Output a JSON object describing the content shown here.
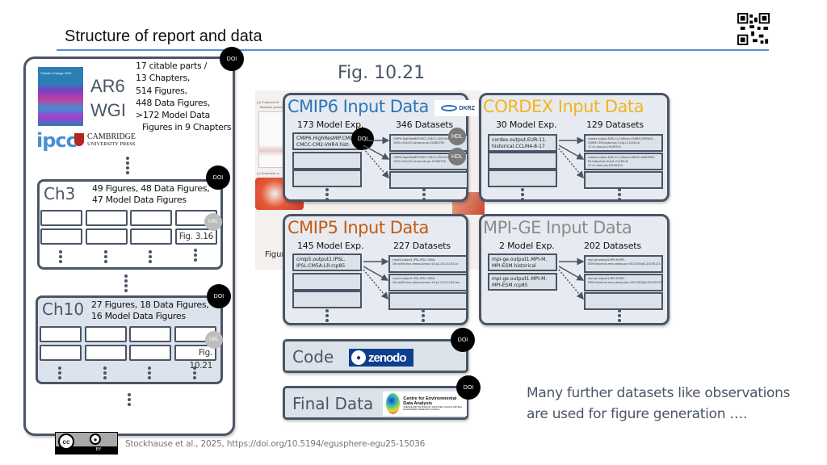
{
  "header": {
    "title": "Structure of report and data",
    "qr_icon": "qr-code-icon"
  },
  "report": {
    "name_line1": "AR6",
    "name_line2": "WGI",
    "cover_title": "Climate Change 2021",
    "stats": [
      "17 citable parts /",
      "13 Chapters,",
      "514 Figures,",
      "448 Data Figures,",
      ">172 Model Data",
      "  Figures in 9 Chapters"
    ],
    "publisher_logos": {
      "ipcc": "ipcc",
      "cambridge": "CAMBRIDGE",
      "cambridge_sub": "UNIVERSITY PRESS"
    },
    "doi_label": "DOI"
  },
  "chapters": [
    {
      "label": "Ch3",
      "stats": [
        "49 Figures,  48 Data Figures,",
        "47 Model Data Figures"
      ],
      "figure_label": "Fig. 3.16",
      "doi_label": "DOI",
      "url_label": "URL"
    },
    {
      "label": "Ch10",
      "stats": [
        "27 Figures, 18 Data Figures,",
        "16 Model Data Figures"
      ],
      "figure_label": "Fig. 10.21",
      "doi_label": "DOI",
      "url_label": "URL"
    }
  ],
  "figure": {
    "title": "Fig. 10.21",
    "caption_fragment": "Figur",
    "bg_labels": [
      "(a) Projected M",
      "Baseline period",
      "(c) Ensemble m"
    ]
  },
  "input_data": [
    {
      "title": "CMIP6 Input Data",
      "color": "#2e75b6",
      "model_exp": "173 Model Exp.",
      "datasets": "346 Datasets",
      "experiments": [
        "CMIP6.HighResMIP.CMCC.\nCMCC-CM2-VHR4.hist-1950"
      ],
      "dataset_items": [
        "CMIP6.HighResMIP.CMCC.CMCC-CM2-VHR4.hist-1950.r1i1p1f1.Amon.pr.gn.20180705",
        "CMIP6.HighResMIP.CMCC.CMCC-CM2-VHR4.hist-1950.r1i1p1f1.Amon.tas.gn.20180705"
      ],
      "logo": "DKRZ",
      "doi_label": "DOI",
      "hdl_label": "HDL"
    },
    {
      "title": "CORDEX Input Data",
      "color": "#f2b51c",
      "model_exp": "30 Model Exp.",
      "datasets": "129 Datasets",
      "experiments": [
        "cordex.output.EUR-11.\nhistorical.CCLM4-8-17"
      ],
      "dataset_items": [
        "cordex.output.EUR-11.CLMcom.CNRM-CERFACS-CNRM-CM5.historical.r1i1p1.CCLM4-8-17.v1.mon.pr.20140515",
        "cordex.output.EUR-11.CLMcom.MOHC-HadGEM2-ES.historical.r1i1p1.CCLM4-8-17.v1.mon.tas.20150320"
      ]
    },
    {
      "title": "CMIP5 Input Data",
      "color": "#c55a11",
      "model_exp": "145 Model Exp.",
      "datasets": "227 Datasets",
      "experiments": [
        "cmip5.output1.IPSL.\nIPSL-CM5A-LR.rcp85"
      ],
      "dataset_items": [
        "cmip5.output1.IPSL.IPSL-CM5A-LR.rcp85.mon.atmos.Amon.r1i1p1.20111103.pr",
        "cmip5.output1.IPSL.IPSL-CM5A-LR.rcp85.mon.atmos.Amon.r1i1p1.20111103.tas"
      ]
    },
    {
      "title": "MPI-GE Input Data",
      "color": "#8c8c8c",
      "model_exp": "2 Model Exp.",
      "datasets": "202 Datasets",
      "experiments": [
        "mpi-ge.output1.MPI-M.\nMPI-ESM.historical",
        "mpi-ge.output1.MPI-M.\nMPI-ESM.rcp85"
      ],
      "dataset_items": [
        "mpi-ge.output1.MPI-M.MPI-ESM.historical.mon.atmos.pr.r001i1850p3.20190123",
        "mpi-ge.output1.MPI-M.MPI-ESM.historical.mon.atmos.tas.r001i1850p3.20190123"
      ]
    }
  ],
  "code": {
    "label": "Code",
    "logo": "zenodo",
    "doi_label": "DOI"
  },
  "final_data": {
    "label": "Final Data",
    "logo_title": "Centre for Environmental Data Analysis",
    "logo_sub": "SCIENCE AND TECHNOLOGY FACILITIES COUNCIL NATURAL ENVIRONMENT RESEARCH COUNCIL",
    "doi_label": "DOI"
  },
  "note": [
    "Many further datasets like observations",
    "are used for figure generation …."
  ],
  "footer": {
    "license": {
      "cc": "cc",
      "by": "BY"
    },
    "citation": "Stockhause et al., 2025, https://doi.org/10.5194/egusphere-egu25-15036"
  }
}
